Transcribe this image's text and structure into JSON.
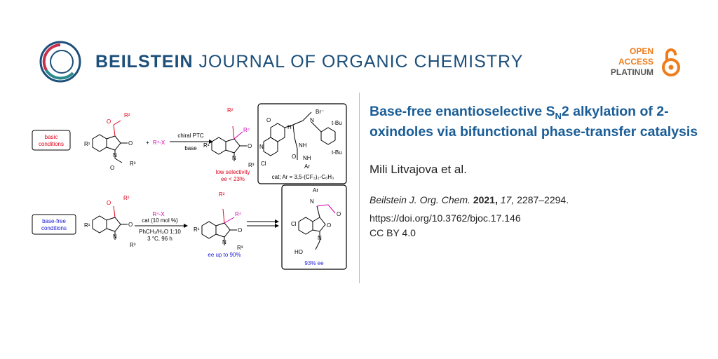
{
  "header": {
    "journal_name_strong": "BEILSTEIN",
    "journal_name_light": " JOURNAL OF ORGANIC CHEMISTRY",
    "oa_open": "OPEN",
    "oa_access": "ACCESS",
    "oa_platinum": "PLATINUM",
    "logo_icon": "beilstein-ring-logo",
    "oa_icon": "open-access-lock"
  },
  "article": {
    "title_part1": "Base-free enantioselective S",
    "title_sub": "N",
    "title_part2": "2 alkylation of 2-oxindoles via bifunctional phase-transfer catalysis",
    "authors": "Mili Litvajova et al.",
    "citation_journal": "Beilstein J. Org. Chem.",
    "citation_year": "2021,",
    "citation_volume": "17,",
    "citation_pages": "2287–2294.",
    "doi": "https://doi.org/10.3762/bjoc.17.146",
    "license": "CC BY 4.0"
  },
  "scheme": {
    "basic_conditions_1": "basic",
    "basic_conditions_2": "conditions",
    "base_free_1": "base-free",
    "base_free_2": "conditions",
    "plus": "+",
    "r4x": "R⁴-X",
    "chiral_ptc": "chiral PTC",
    "base": "base",
    "low_selectivity": "low selectivity",
    "ee_lt": "ee < 23%",
    "cat_note": "cat; Ar = 3,5-(CF₃)₂-C₆H₃",
    "cat_mol": "cat (10 mol %)",
    "solvent": "PhCH₃/H₂O 1:10",
    "temp_time": "3 °C, 96 h",
    "ee_upto": "ee up to 90%",
    "ee_93": "93% ee",
    "r1": "R¹",
    "r2": "R²",
    "r3": "R³",
    "r4": "R⁴",
    "o": "O",
    "n": "N",
    "nh": "NH",
    "ar": "Ar",
    "cl": "Cl",
    "h": "H",
    "br": "Br⁻",
    "tbu": "t-Bu",
    "ho": "HO",
    "colors": {
      "red": "#e0001a",
      "magenta": "#d400b4",
      "blue": "#1a1ad6"
    }
  }
}
